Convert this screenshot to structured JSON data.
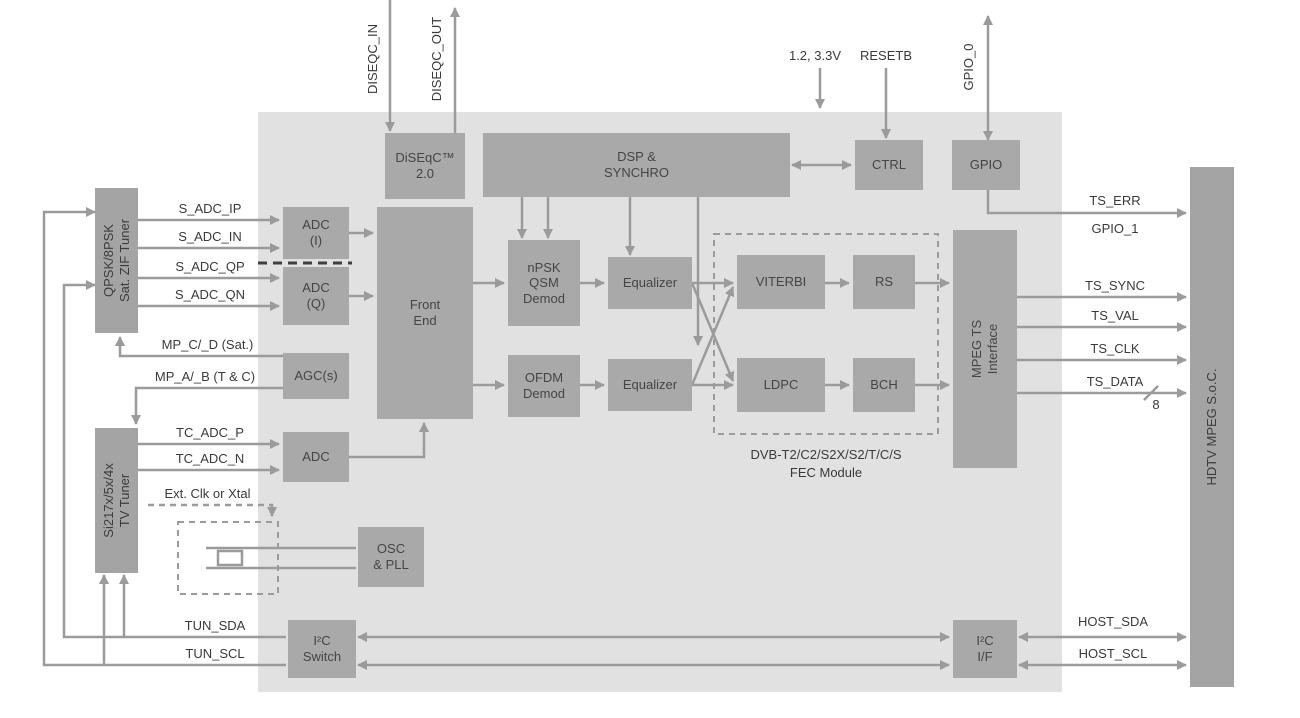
{
  "colors": {
    "chip_background": "#e1e1e1",
    "block_fill": "#a9a9a9",
    "external_block_fill": "#a4a4a4",
    "wire_gray": "#9b9b9b",
    "label_text": "#3a3a3a"
  },
  "top_labels": {
    "diseqc_in": "DISEQC_IN",
    "diseqc_out": "DISEQC_OUT",
    "power": "1.2, 3.3V",
    "resetb": "RESETB",
    "gpio_0": "GPIO_0"
  },
  "external_blocks": {
    "sat_tuner": "QPSK/8PSK\nSat. ZIF Tuner",
    "tv_tuner": "Si217x/5x/4x\nTV Tuner",
    "hdtv_soc": "HDTV MPEG S.o.C."
  },
  "chip_blocks": {
    "diseqc": "DiSEqC™\n2.0",
    "dsp": "DSP &\nSYNCHRO",
    "ctrl": "CTRL",
    "gpio": "GPIO",
    "adc_i": "ADC\n(I)",
    "adc_q": "ADC\n(Q)",
    "agc": "AGC(s)",
    "adc_t": "ADC",
    "front_end": "Front\nEnd",
    "npsk": "nPSK\nQSM\nDemod",
    "ofdm": "OFDM\nDemod",
    "eq1": "Equalizer",
    "eq2": "Equalizer",
    "viterbi": "VITERBI",
    "rs": "RS",
    "ldpc": "LDPC",
    "bch": "BCH",
    "mpeg_ts": "MPEG TS\nInterface",
    "osc": "OSC\n& PLL",
    "i2c_switch": "I²C\nSwitch",
    "i2c_if": "I²C\nI/F"
  },
  "fec_label": "DVB-T2/C2/S2X/S2/T/C/S\nFEC Module",
  "left_signals": {
    "s_adc_ip": "S_ADC_IP",
    "s_adc_in": "S_ADC_IN",
    "s_adc_qp": "S_ADC_QP",
    "s_adc_qn": "S_ADC_QN",
    "mp_cd": "MP_C/_D (Sat.)",
    "mp_ab": "MP_A/_B (T & C)",
    "tc_adc_p": "TC_ADC_P",
    "tc_adc_n": "TC_ADC_N",
    "ext_clk": "Ext. Clk or Xtal",
    "tun_sda": "TUN_SDA",
    "tun_scl": "TUN_SCL"
  },
  "right_signals": {
    "ts_err": "TS_ERR",
    "gpio_1": "GPIO_1",
    "ts_sync": "TS_SYNC",
    "ts_val": "TS_VAL",
    "ts_clk": "TS_CLK",
    "ts_data": "TS_DATA",
    "bus_width": "8",
    "host_sda": "HOST_SDA",
    "host_scl": "HOST_SCL"
  }
}
